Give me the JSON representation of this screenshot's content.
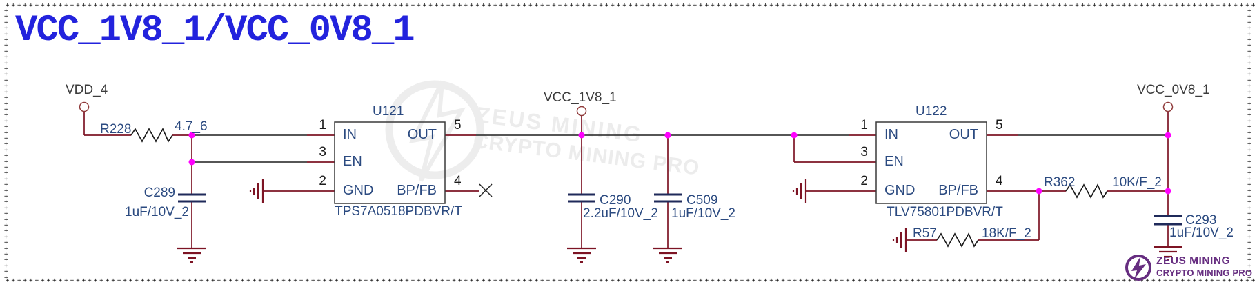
{
  "title": "VCC_1V8_1/VCC_0V8_1",
  "power_ports": {
    "vdd4": "VDD_4",
    "vcc1v8": "VCC_1V8_1",
    "vcc0v8": "VCC_0V8_1"
  },
  "ics": {
    "u121": {
      "ref": "U121",
      "part": "TPS7A0518PDBVR/T",
      "pins": {
        "p1": "1",
        "p2": "2",
        "p3": "3",
        "p4": "4",
        "p5": "5",
        "in": "IN",
        "en": "EN",
        "gnd": "GND",
        "out": "OUT",
        "bpfb": "BP/FB"
      }
    },
    "u122": {
      "ref": "U122",
      "part": "TLV75801PDBVR/T",
      "pins": {
        "p1": "1",
        "p2": "2",
        "p3": "3",
        "p4": "4",
        "p5": "5",
        "in": "IN",
        "en": "EN",
        "gnd": "GND",
        "out": "OUT",
        "bpfb": "BP/FB"
      }
    }
  },
  "resistors": {
    "r228": {
      "ref": "R228",
      "value": "4.7_6"
    },
    "r362": {
      "ref": "R362",
      "value": "10K/F_2"
    },
    "r57": {
      "ref": "R57",
      "value": "18K/F_2"
    }
  },
  "capacitors": {
    "c289": {
      "ref": "C289",
      "value": "1uF/10V_2"
    },
    "c290": {
      "ref": "C290",
      "value": "2.2uF/10V_2"
    },
    "c509": {
      "ref": "C509",
      "value": "1uF/10V_2"
    },
    "c293": {
      "ref": "C293",
      "value": "1uF/10V_2"
    }
  },
  "watermark": {
    "line1": "ZEUS MINING",
    "line2": "CRYPTO MINING PRO"
  },
  "logo": {
    "line1": "ZEUS MINING",
    "line2": "CRYPTO MINING PRO"
  },
  "colors": {
    "title": "#2323dd",
    "wire": "#7d1424",
    "wire_dark": "#1f1f1f",
    "component_text": "#2b4a80",
    "junction": "#ff00ff",
    "net_label": "#3c3c3c",
    "logo_purple": "#662d80"
  }
}
